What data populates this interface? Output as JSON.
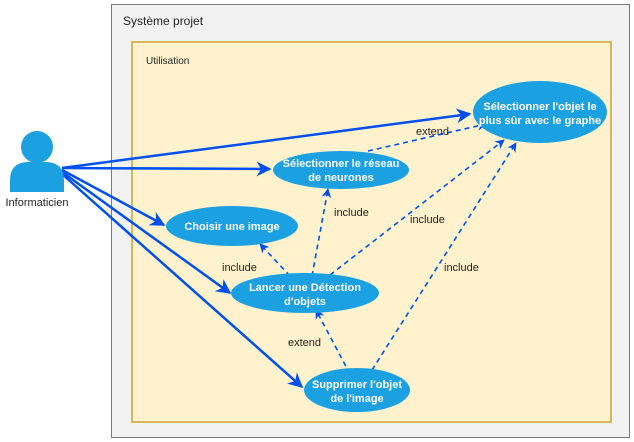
{
  "system": {
    "title": "Système projet"
  },
  "package": {
    "title": "Utilisation"
  },
  "actor": {
    "label": "Informaticien",
    "icon": "user-icon"
  },
  "use_cases": {
    "select_best": {
      "line1": "Sélectionner l'objet le",
      "line2": "plus sûr avec le graphe"
    },
    "select_network": {
      "line1": "Sélectionner le réseau",
      "line2": "de neurones"
    },
    "choose_image": {
      "line1": "Choisir une image"
    },
    "launch_detection": {
      "line1": "Lancer une Détection",
      "line2": "d'objets"
    },
    "delete_object": {
      "line1": "Supprimer l'objet",
      "line2": "de l'image"
    }
  },
  "relations": {
    "extend_select_best": "extend",
    "include_select_network": "include",
    "include_select_best_from_launch": "include",
    "include_choose_image": "include",
    "include_select_best_from_delete": "include",
    "extend_delete": "extend"
  },
  "colors": {
    "use_case_fill": "#1ba1e2",
    "association": "#0050ef",
    "actor": "#1ba1e2",
    "package_fill": "#fff2cc",
    "package_border": "#d6b656",
    "system_fill": "#f2f2f2"
  }
}
